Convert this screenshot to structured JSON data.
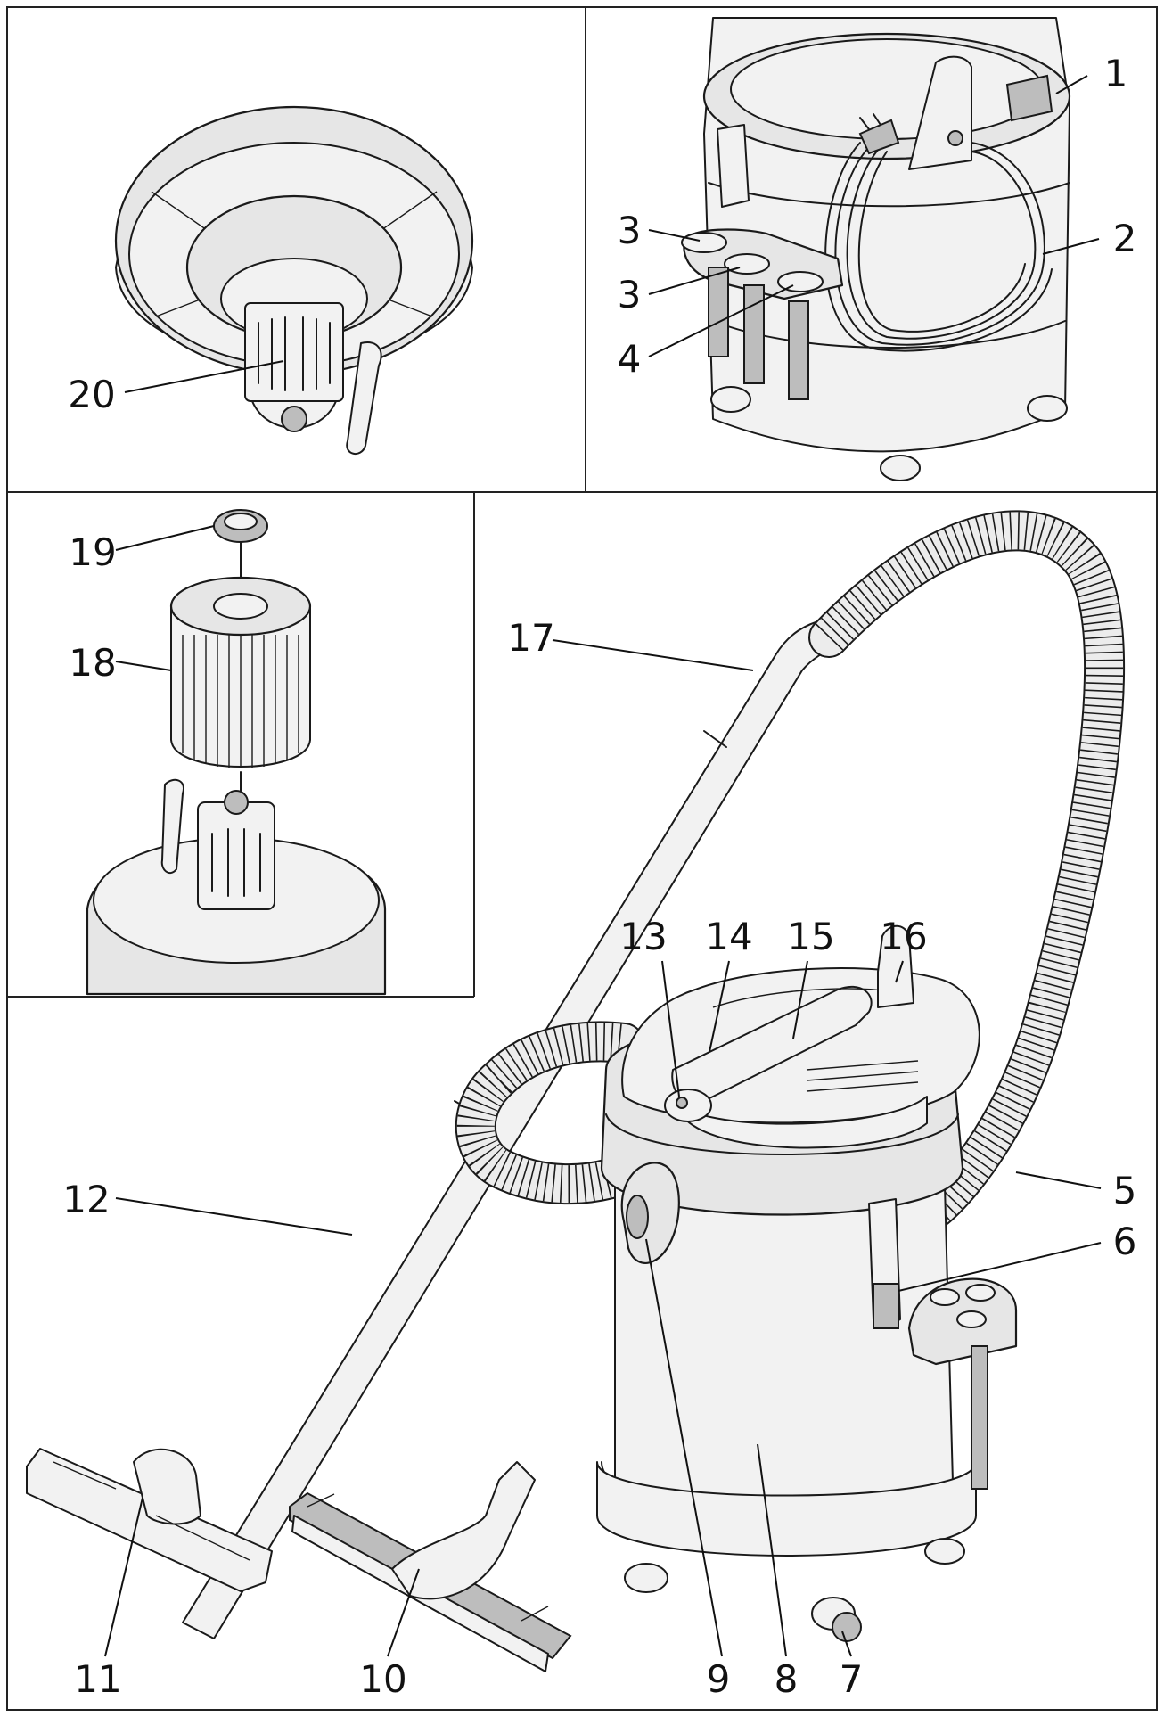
{
  "callouts": [
    {
      "id": "1",
      "label": "1"
    },
    {
      "id": "2",
      "label": "2"
    },
    {
      "id": "3a",
      "label": "3"
    },
    {
      "id": "3b",
      "label": "3"
    },
    {
      "id": "4",
      "label": "4"
    },
    {
      "id": "5",
      "label": "5"
    },
    {
      "id": "6",
      "label": "6"
    },
    {
      "id": "7",
      "label": "7"
    },
    {
      "id": "8",
      "label": "8"
    },
    {
      "id": "9",
      "label": "9"
    },
    {
      "id": "10",
      "label": "10"
    },
    {
      "id": "11",
      "label": "11"
    },
    {
      "id": "12",
      "label": "12"
    },
    {
      "id": "13",
      "label": "13"
    },
    {
      "id": "14",
      "label": "14"
    },
    {
      "id": "15",
      "label": "15"
    },
    {
      "id": "16",
      "label": "16"
    },
    {
      "id": "17",
      "label": "17"
    },
    {
      "id": "18",
      "label": "18"
    },
    {
      "id": "19",
      "label": "19"
    },
    {
      "id": "20",
      "label": "20"
    }
  ]
}
